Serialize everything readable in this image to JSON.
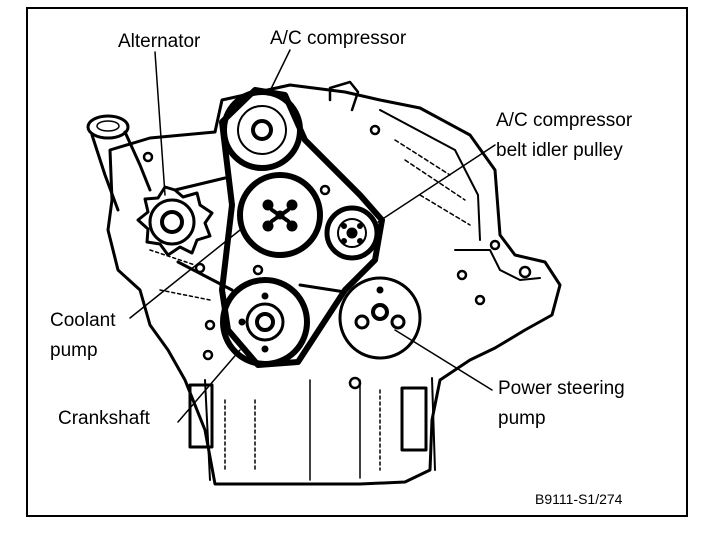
{
  "labels": {
    "alternator": "Alternator",
    "ac_compressor": "A/C compressor",
    "idler_line1": "A/C compressor",
    "idler_line2": "belt idler pulley",
    "coolant_line1": "Coolant",
    "coolant_line2": "pump",
    "crankshaft": "Crankshaft",
    "ps_line1": "Power steering",
    "ps_line2": "pump"
  },
  "reference": "B9111-S1/274"
}
